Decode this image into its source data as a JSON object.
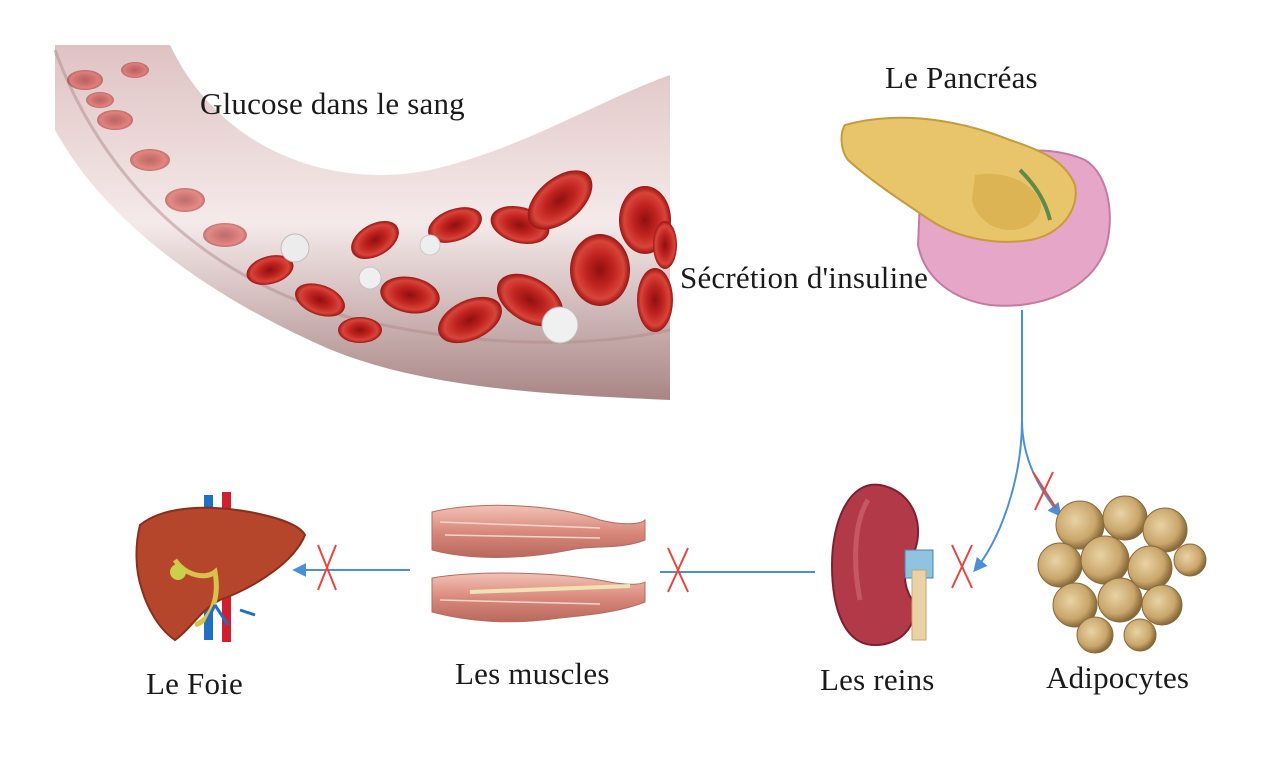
{
  "labels": {
    "blood_glucose": "Glucose dans le sang",
    "pancreas": "Le Pancréas",
    "insulin_secretion": "Sécrétion d'insuline",
    "liver": "Le Foie",
    "muscles": "Les muscles",
    "kidneys": "Les reins",
    "adipocytes": "Adipocytes"
  },
  "colors": {
    "arrow": "#4a90d9",
    "blocked_mark": "#e8453c",
    "blood_cell": "#c0231f",
    "pancreas": "#e8c46a",
    "liver": "#b5462c",
    "muscle": "#e2998c",
    "kidney": "#b23a48",
    "fat": "#d4b27a"
  },
  "icons": [
    "blood-vessel-image",
    "pancreas-image",
    "liver-image",
    "muscles-image",
    "kidney-image",
    "adipocytes-image",
    "blocked-x-icon"
  ]
}
